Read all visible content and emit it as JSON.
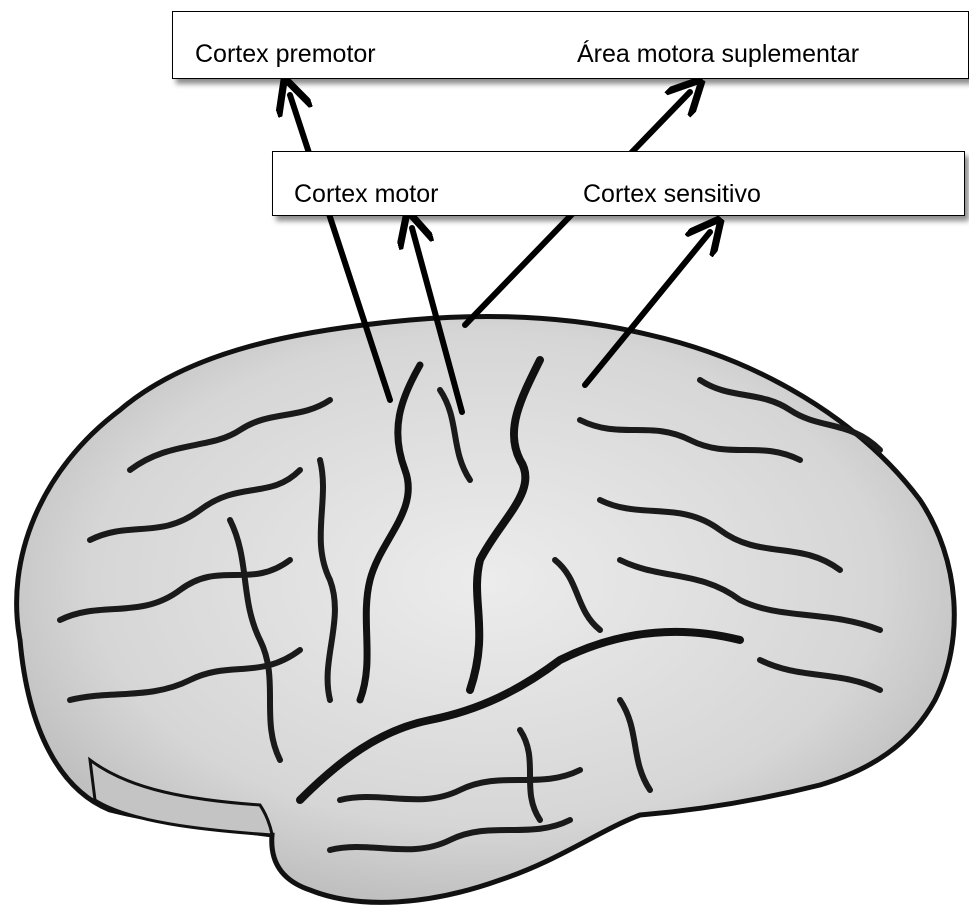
{
  "labels": {
    "premotor": "Cortex premotor",
    "supplementary": "Área motora suplementar",
    "motor": "Cortex motor",
    "sensory": "Cortex sensitivo"
  },
  "colors": {
    "brain_fill": "#dcdcdc",
    "sulcus": "#1a1a1a",
    "arrow": "#000000"
  }
}
